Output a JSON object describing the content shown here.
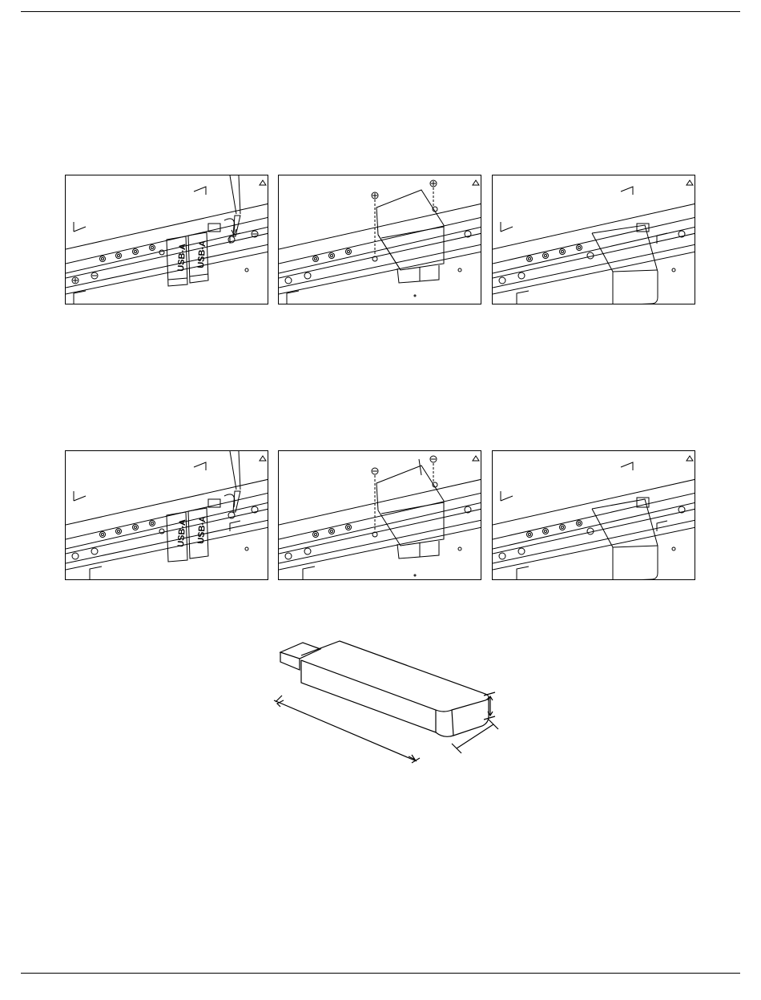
{
  "labels": {
    "port_a": "USB-A",
    "port_b": "USB-A"
  },
  "panels": [
    {
      "step": "remove-screw"
    },
    {
      "step": "attach-cover"
    },
    {
      "step": "covered"
    }
  ]
}
